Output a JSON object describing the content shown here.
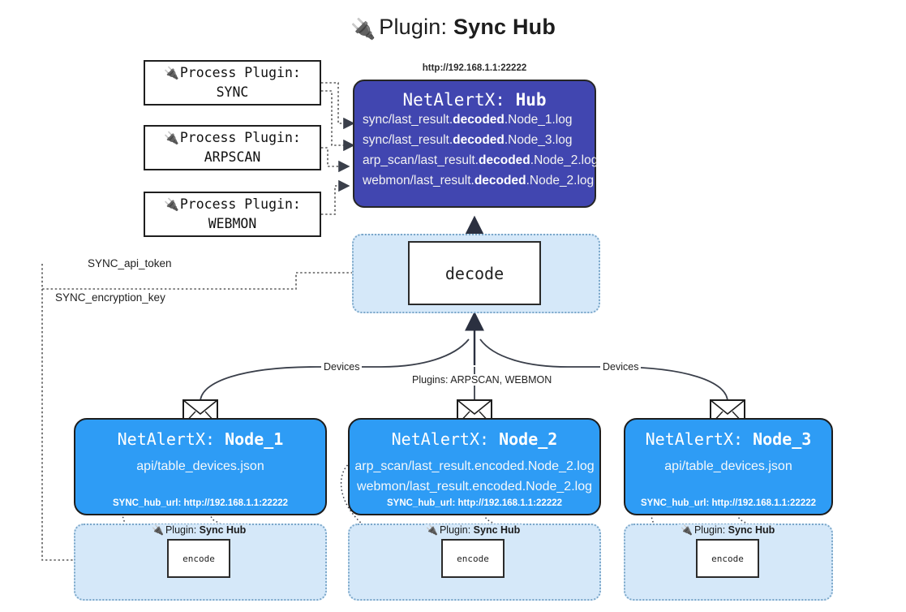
{
  "title": {
    "plug_icon": "🔌",
    "prefix": "Plugin: ",
    "name": "Sync Hub"
  },
  "process_plugins": [
    {
      "line1": "Process Plugin:",
      "line2": "SYNC",
      "icon": "plug-icon"
    },
    {
      "line1": "Process Plugin:",
      "line2": "ARPSCAN",
      "icon": "plug-icon"
    },
    {
      "line1": "Process Plugin:",
      "line2": "WEBMON",
      "icon": "plug-icon"
    }
  ],
  "hub": {
    "url": "http://192.168.1.1:22222",
    "header_prefix": "NetAlertX: ",
    "header_name": "Hub",
    "logs": [
      {
        "pre": "sync/last_result.",
        "mid": "decoded",
        "post": ".Node_1.log"
      },
      {
        "pre": "sync/last_result.",
        "mid": "decoded",
        "post": ".Node_3.log"
      },
      {
        "pre": "arp_scan/last_result.",
        "mid": "decoded",
        "post": ".Node_2.log"
      },
      {
        "pre": "webmon/last_result.",
        "mid": "decoded",
        "post": ".Node_2.log"
      }
    ]
  },
  "decode": {
    "label": "decode"
  },
  "tokens": {
    "api_token": "SYNC_api_token",
    "encryption_key": "SYNC_encryption_key"
  },
  "edge_labels": {
    "devices_left": "Devices",
    "plugins_center": "Plugins: ARPSCAN, WEBMON",
    "devices_right": "Devices"
  },
  "nodes": [
    {
      "header_prefix": "NetAlertX: ",
      "header_name": "Node_1",
      "lines": [
        "api/table_devices.json"
      ],
      "footer": "SYNC_hub_url: http://192.168.1.1:22222",
      "envelope": "envelope-icon"
    },
    {
      "header_prefix": "NetAlertX: ",
      "header_name": "Node_2",
      "lines": [
        "arp_scan/last_result.encoded.Node_2.log",
        "webmon/last_result.encoded.Node_2.log"
      ],
      "footer": "SYNC_hub_url: http://192.168.1.1:22222",
      "envelope": "envelope-icon"
    },
    {
      "header_prefix": "NetAlertX: ",
      "header_name": "Node_3",
      "lines": [
        "api/table_devices.json"
      ],
      "footer": "SYNC_hub_url: http://192.168.1.1:22222",
      "envelope": "envelope-icon"
    }
  ],
  "encoders": [
    {
      "plug_icon": "🔌",
      "prefix": "Plugin: ",
      "name": "Sync Hub",
      "label": "encode"
    },
    {
      "plug_icon": "🔌",
      "prefix": "Plugin: ",
      "name": "Sync Hub",
      "label": "encode"
    },
    {
      "plug_icon": "🔌",
      "prefix": "Plugin: ",
      "name": "Sync Hub",
      "label": "encode"
    }
  ],
  "colors": {
    "hub_fill": "#4146b0",
    "node_fill": "#2e9cf5",
    "panel_fill": "#d5e8f9",
    "panel_border": "#7ba7c9",
    "stroke": "#2b2b2b"
  }
}
